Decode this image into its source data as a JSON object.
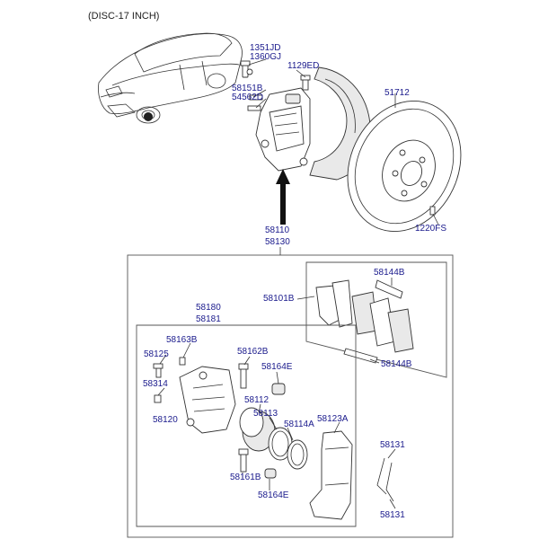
{
  "header": {
    "title": "(DISC-17 INCH)"
  },
  "labels": {
    "p1351JD": "1351JD",
    "p1360GJ": "1360GJ",
    "p1129ED": "1129ED",
    "p58151B": "58151B",
    "p54562D": "54562D",
    "p51712": "51712",
    "p1220FS": "1220FS",
    "p58110": "58110",
    "p58130": "58130",
    "p58144B_top": "58144B",
    "p58101B": "58101B",
    "p58144B_bot": "58144B",
    "p58180": "58180",
    "p58181": "58181",
    "p58163B": "58163B",
    "p58125": "58125",
    "p58162B": "58162B",
    "p58164E_top": "58164E",
    "p58314": "58314",
    "p58112": "58112",
    "p58113": "58113",
    "p58120": "58120",
    "p58114A": "58114A",
    "p58123A": "58123A",
    "p58131_top": "58131",
    "p58161B": "58161B",
    "p58164E_bot": "58164E",
    "p58131_bot": "58131"
  }
}
